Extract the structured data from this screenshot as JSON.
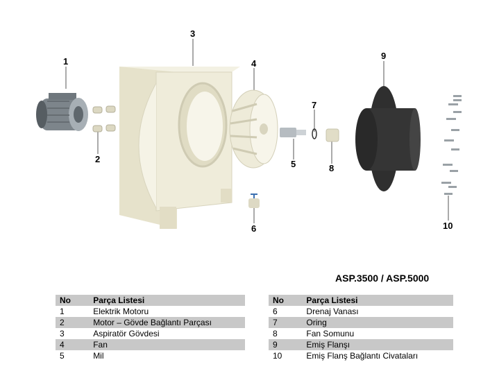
{
  "model": "ASP.3500 / ASP.5000",
  "callouts": [
    "1",
    "2",
    "3",
    "4",
    "5",
    "6",
    "7",
    "8",
    "9",
    "10"
  ],
  "table_headers": {
    "no": "No",
    "list": "Parça Listesi"
  },
  "parts_left": [
    {
      "no": "1",
      "name": "Elektrik Motoru"
    },
    {
      "no": "2",
      "name": "Motor – Gövde Bağlantı Parçası"
    },
    {
      "no": "3",
      "name": "Aspiratör Gövdesi"
    },
    {
      "no": "4",
      "name": "Fan"
    },
    {
      "no": "5",
      "name": "Mil"
    }
  ],
  "parts_right": [
    {
      "no": "6",
      "name": "Drenaj Vanası"
    },
    {
      "no": "7",
      "name": "Oring"
    },
    {
      "no": "8",
      "name": "Fan Somunu"
    },
    {
      "no": "9",
      "name": "Emiş Flanşı"
    },
    {
      "no": "10",
      "name": "Emiş Flanş Bağlantı Civataları"
    }
  ],
  "colors": {
    "body": "#eeebd8",
    "flange": "#2e2e2e",
    "motor": "#8e969c",
    "row_shade": "#c8c8c8"
  }
}
